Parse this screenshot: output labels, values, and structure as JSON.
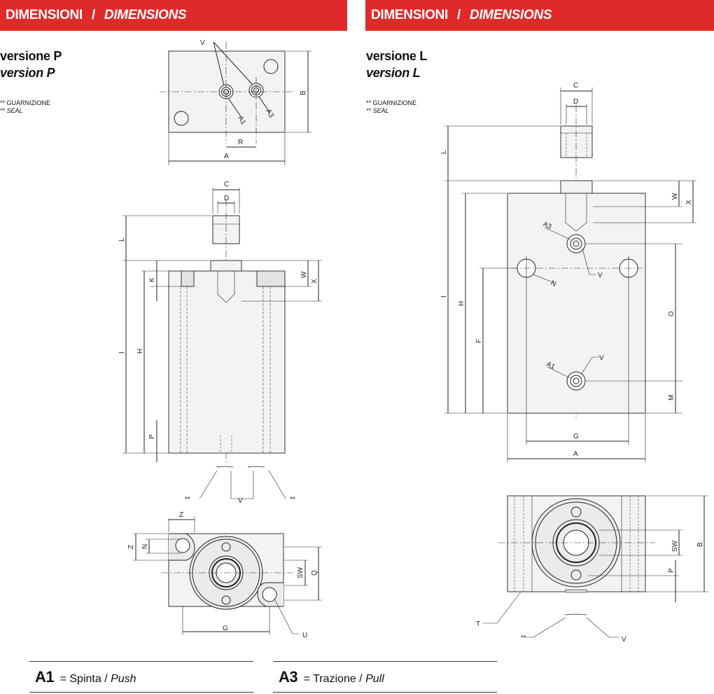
{
  "header": {
    "left_it": "DIMENSIONI",
    "left_en": "DIMENSIONS",
    "right_it": "DIMENSIONI",
    "right_en": "DIMENSIONS",
    "sep": "/"
  },
  "version_p": {
    "title_it": "versione P",
    "title_en": "version P",
    "seal_it": "** GUARNIZIONE",
    "seal_en": "** SEAL"
  },
  "version_l": {
    "title_it": "versione L",
    "title_en": "version L",
    "seal_it": "** GUARNIZIONE",
    "seal_en": "** SEAL"
  },
  "labels": {
    "A": "A",
    "B": "B",
    "C": "C",
    "D": "D",
    "F": "F",
    "G": "G",
    "H": "H",
    "I": "I",
    "K": "K",
    "L": "L",
    "M": "M",
    "N": "N",
    "O": "O",
    "P": "P",
    "Q": "Q",
    "R": "R",
    "SW": "SW",
    "T": "T",
    "U": "U",
    "V": "V",
    "W": "W",
    "X": "X",
    "Z": "Z",
    "A1": "A1",
    "A3": "A3",
    "star": "**"
  },
  "legend": {
    "a1_code": "A1",
    "a1_it": "= Spinta /",
    "a1_en": "Push",
    "a3_code": "A3",
    "a3_it": "= Trazione /",
    "a3_en": "Pull"
  }
}
